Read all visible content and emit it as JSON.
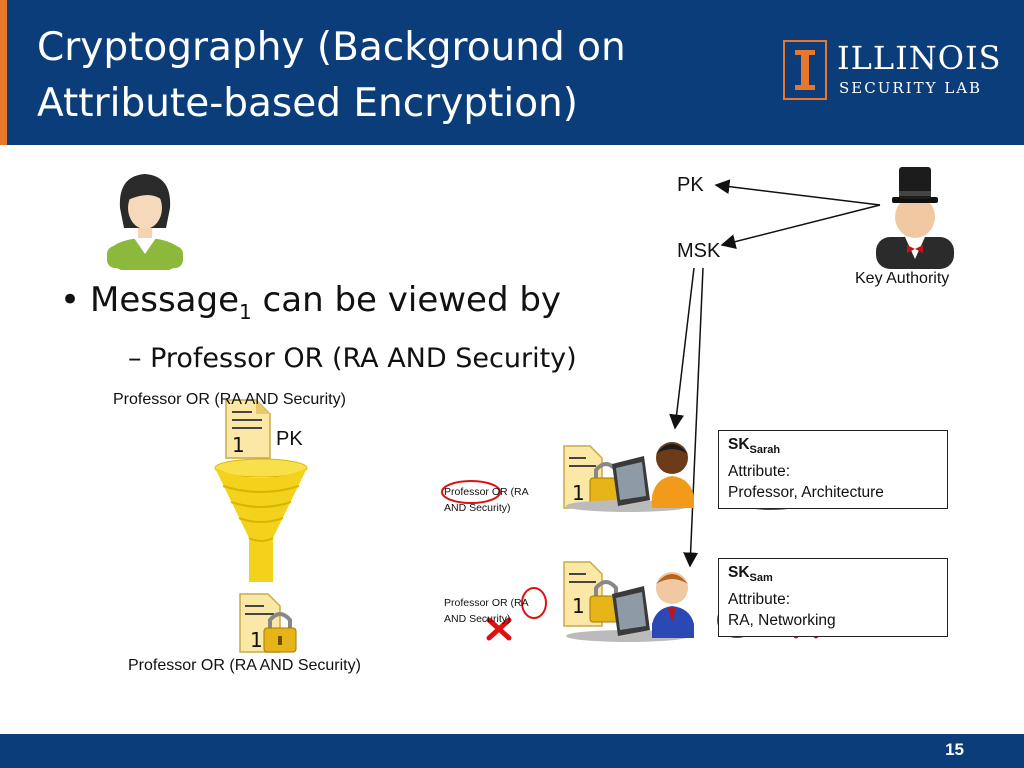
{
  "slide": {
    "title_line1": "Cryptography (Background on",
    "title_line2": "Attribute-based Encryption)",
    "page_number": "15"
  },
  "logo": {
    "name": "ILLINOIS",
    "subtitle": "SECURITY LAB",
    "colors": {
      "accent": "#e8772e",
      "header": "#0a3d7a"
    }
  },
  "content": {
    "bullet_main": "Message",
    "bullet_main_sub": "1",
    "bullet_main_rest": " can be viewed by",
    "bullet_sub": "– Professor OR (RA AND Security)",
    "policy_top": "Professor OR (RA AND Security)",
    "pk_top": "PK",
    "policy_bottom": "Professor OR (RA AND Security)",
    "doc_number": "1",
    "policy_small_1": "Professor OR (RA AND Security)",
    "policy_small_2": "Professor OR (RA AND Security)"
  },
  "authority": {
    "pk": "PK",
    "msk": "MSK",
    "label": "Key Authority"
  },
  "sk_sarah": {
    "sk": "SK",
    "sub": "Sarah",
    "attr_label": "Attribute:",
    "attrs": "Professor, Architecture"
  },
  "sk_sam": {
    "sk": "SK",
    "sub": "Sam",
    "attr_label": "Attribute:",
    "attrs": "RA, Networking"
  }
}
